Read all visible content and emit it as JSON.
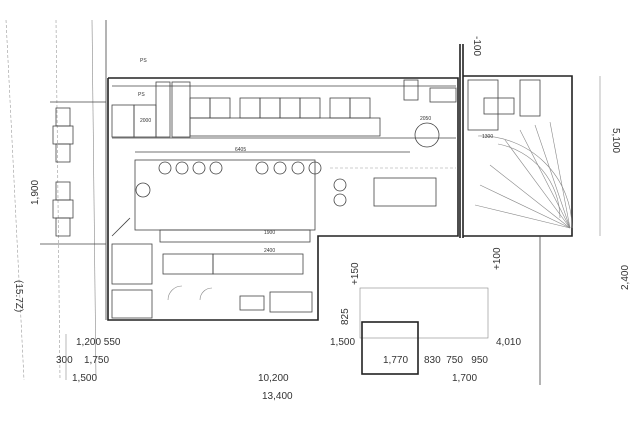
{
  "plan": {
    "labels": {
      "left_width": "1,900",
      "right_height": "2,400",
      "right_depth": "5,100",
      "level_minus": "-100",
      "level_plus_150": "+150",
      "level_plus_100": "+100",
      "gap_825": "825",
      "d_1200_550": "1,200  550",
      "d_300": "300",
      "d_1750": "1,750",
      "d_1500_left": "1,500",
      "d_10200": "10,200",
      "d_13400": "13,400",
      "d_1500_mid": "1,500",
      "d_1770": "1,770",
      "d_830_750_950": "830  750   950",
      "d_1700": "1,700",
      "d_4010": "4,010",
      "counter_len": "6405",
      "ps_1": "PS",
      "ps_2": "PS",
      "road_note": "(15.7Z)",
      "room_2000": "2000",
      "room_2400": "2400",
      "room_1900": "1900",
      "room_2050": "2050",
      "room_1300": "1300"
    }
  }
}
